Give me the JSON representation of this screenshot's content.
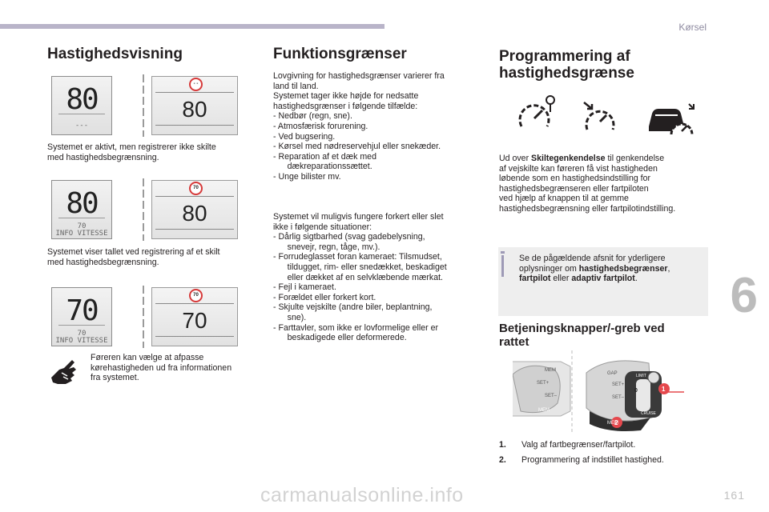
{
  "header": {
    "chapter": "Kørsel",
    "chapter_number": "6",
    "page_number": "161"
  },
  "watermark": "carmanualsonline.info",
  "col1": {
    "title": "Hastighedsvisning",
    "panels": [
      {
        "dash_speed": "80",
        "dash_sub": "---",
        "sign": "- -",
        "display_value": "80",
        "caption": [
          "Systemet er aktivt, men registrerer ikke skilte",
          "med hastighedsbegrænsning."
        ]
      },
      {
        "dash_speed": "80",
        "dash_sub": "70\nINFO VITESSE",
        "sign": "70",
        "display_value": "80",
        "caption": [
          "Systemet viser tallet ved registrering af et skilt",
          "med hastighedsbegrænsning."
        ]
      },
      {
        "dash_speed": "70",
        "dash_sub": "70\nINFO VITESSE",
        "sign": "70",
        "display_value": "70",
        "caption": []
      }
    ],
    "hand_note": [
      "Føreren kan vælge at afpasse",
      "kørehastigheden ud fra informationen",
      "fra systemet."
    ]
  },
  "col2": {
    "title": "Funktionsgrænser",
    "para1": [
      "Lovgivning for hastighedsgrænser varierer fra",
      "land til land.",
      "Systemet tager ikke højde for nedsatte",
      "hastighedsgrænser i følgende tilfælde:",
      "-   Nedbør (regn, sne).",
      "-   Atmosfærisk forurening.",
      "-   Ved bugsering.",
      "-   Kørsel med nødreservehjul eller snekæder.",
      "-   Reparation af et dæk med",
      "      dækreparationssættet.",
      "-   Unge bilister mv."
    ],
    "para2": [
      "Systemet vil muligvis fungere forkert eller slet",
      "ikke i følgende situationer:",
      "-   Dårlig sigtbarhed (svag gadebelysning,",
      "      snevejr, regn, tåge, mv.).",
      "-   Forrudeglasset foran kameraet: Tilsmudset,",
      "      tildugget, rim- eller snedækket, beskadiget",
      "      eller dækket af en selvklæbende mærkat.",
      "-   Fejl i kameraet.",
      "-   Forældet eller forkert kort.",
      "-   Skjulte vejskilte (andre biler, beplantning,",
      "      sne).",
      "-   Farttavler, som ikke er lovformelige eller er",
      "      beskadigede eller deformerede."
    ]
  },
  "col3": {
    "title_line1": "Programmering af",
    "title_line2": "hastighedsgrænse",
    "desc_pre": "Ud over ",
    "desc_bold": "Skiltegenkendelse",
    "desc_post": " til genkendelse",
    "desc_lines": [
      "af vejskilte kan føreren få vist hastigheden",
      "løbende som en hastighedsindstilling for",
      "hastighedsbegrænseren eller fartpiloten",
      "ved hjælp af knappen til at gemme",
      "hastighedsbegrænsning eller fartpilotindstilling."
    ],
    "info": {
      "l1": "Se de pågældende afsnit for yderligere",
      "l2_pre": "oplysninger om ",
      "l2_bold": "hastighedsbegrænser",
      "l2_post": ",",
      "l3_bold1": "fartpilot",
      "l3_mid": " eller ",
      "l3_bold2": "adaptiv fartpilot",
      "l3_post": "."
    },
    "subtitle_line1": "Betjeningsknapper/-greb ved",
    "subtitle_line2": "rattet",
    "stalk_labels": {
      "mem": "MEM",
      "set_plus": "SET+",
      "set_minus": "SET–",
      "limit": "LIMIT",
      "cruise": "CRUISE",
      "gap": "GAP",
      "zero": "0",
      "callout1": "1",
      "callout2": "2"
    },
    "list": [
      {
        "num": "1.",
        "text": "Valg af fartbegrænser/fartpilot."
      },
      {
        "num": "2.",
        "text": "Programmering af indstillet hastighed."
      }
    ]
  },
  "colors": {
    "accent": "#9e9ab6",
    "callout": "#e5484d",
    "chapter_gray": "#bcbcbc"
  }
}
